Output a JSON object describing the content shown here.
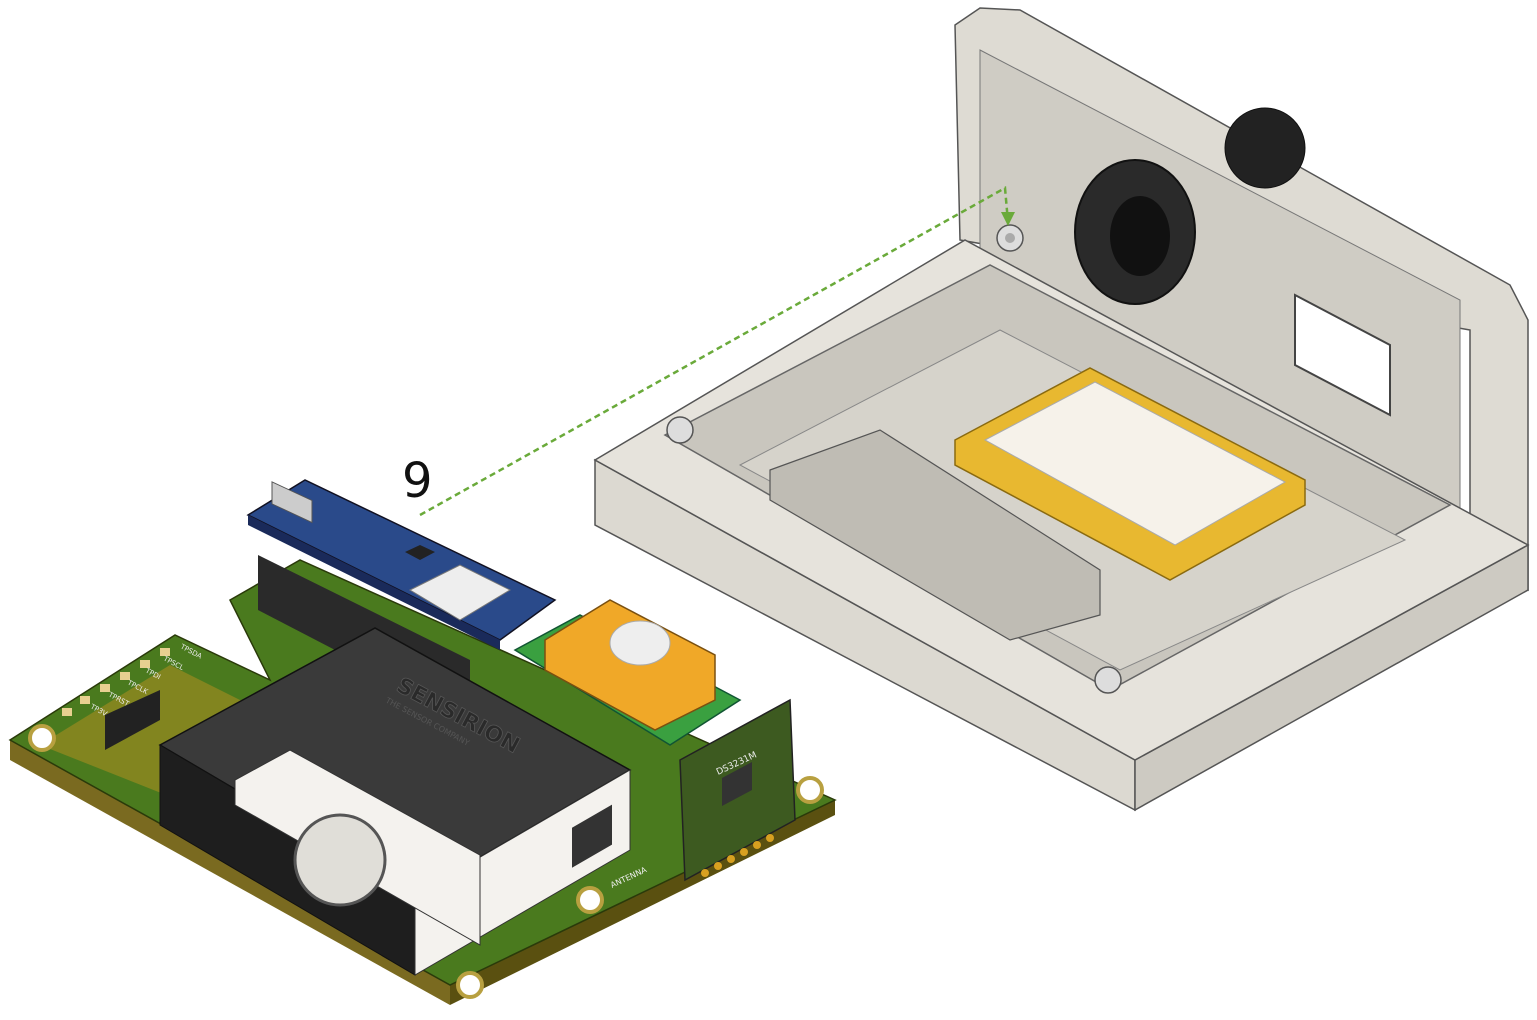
{
  "callout": {
    "number": "9",
    "color": "#6aaa3a"
  },
  "pcb": {
    "silkscreen": [
      "TPSDA",
      "TPSCL",
      "TPDI",
      "TPCLK",
      "TPRST",
      "TP3V",
      "ANTENNA"
    ],
    "color": "#4a7a1e"
  },
  "sensor": {
    "brand": "SENSIRION",
    "tagline": "THE SENSOR COMPANY"
  },
  "rtc": {
    "chip_label": "DS3231M"
  },
  "enclosure_color": "#e6e3dc",
  "battery_color": "#e8b830"
}
